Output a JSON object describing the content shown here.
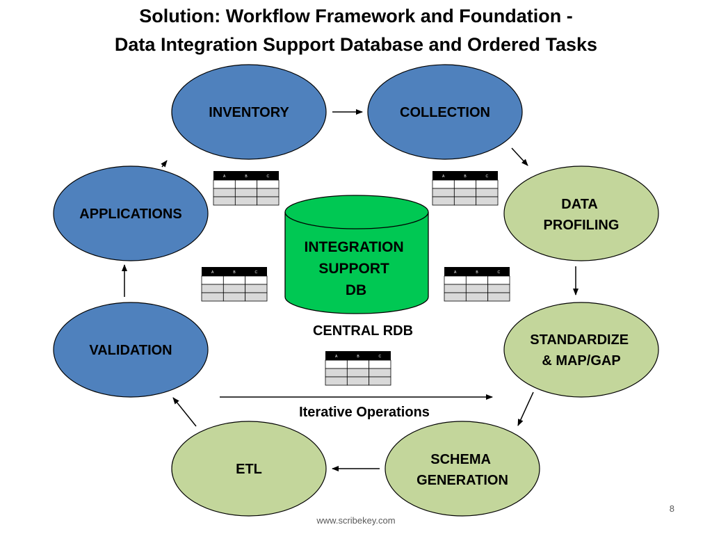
{
  "title": {
    "line1": "Solution: Workflow Framework and Foundation -",
    "line2": "Data Integration Support Database and Ordered Tasks"
  },
  "colors": {
    "blue_node": "#4f81bd",
    "green_node": "#c3d69b",
    "db_green": "#00c853",
    "table_header": "#000000",
    "table_row": "#d9d9d9"
  },
  "nodes": {
    "inventory": {
      "lines": [
        "INVENTORY"
      ],
      "color": "blue"
    },
    "collection": {
      "lines": [
        "COLLECTION"
      ],
      "color": "blue"
    },
    "data_profiling": {
      "lines": [
        "DATA",
        "PROFILING"
      ],
      "color": "green"
    },
    "standardize": {
      "lines": [
        "STANDARDIZE",
        "& MAP/GAP"
      ],
      "color": "green"
    },
    "schema_generation": {
      "lines": [
        "SCHEMA",
        "GENERATION"
      ],
      "color": "green"
    },
    "etl": {
      "lines": [
        "ETL"
      ],
      "color": "green"
    },
    "validation": {
      "lines": [
        "VALIDATION"
      ],
      "color": "blue"
    },
    "applications": {
      "lines": [
        "APPLICATIONS"
      ],
      "color": "blue"
    }
  },
  "database": {
    "lines": [
      "INTEGRATION",
      "SUPPORT",
      "DB"
    ]
  },
  "central_label": "CENTRAL RDB",
  "iterative_label": "Iterative Operations",
  "mini_table_headers": [
    "A",
    "B",
    "C"
  ],
  "page_number": "8",
  "footer": "www.scribekey.com"
}
